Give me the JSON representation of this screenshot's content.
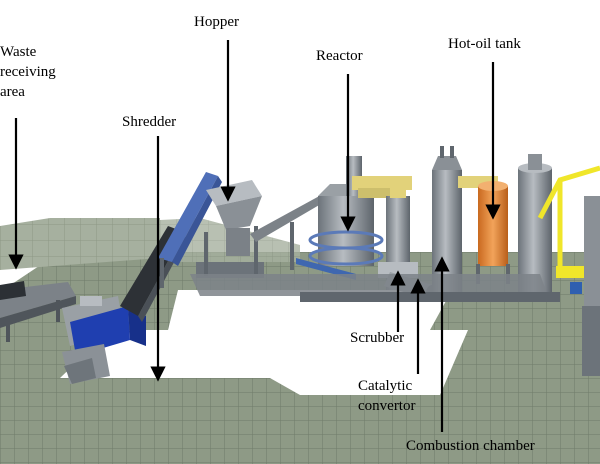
{
  "labels": {
    "waste_line1": "Waste",
    "waste_line2": "receiving",
    "waste_line3": "area",
    "hopper": "Hopper",
    "reactor": "Reactor",
    "hot_oil_tank": "Hot-oil tank",
    "shredder": "Shredder",
    "scrubber": "Scrubber",
    "catalytic_line1": "Catalytic",
    "catalytic_line2": "convertor",
    "combustion_chamber": "Combustion chamber"
  },
  "colors": {
    "floor": "#8e9a86",
    "floor_grid": "#6f7b69",
    "wall": "#a6b09f",
    "steel": "#8a9096",
    "steel_dark": "#5f666d",
    "conveyor_blue": "#4f6fb8",
    "shredder_blue": "#1f3fb0",
    "pipe_yellow": "#e2d27a",
    "hot_oil_orange": "#e58a3c",
    "frame_yellow": "#f0e62a",
    "arrow": "#000000"
  }
}
